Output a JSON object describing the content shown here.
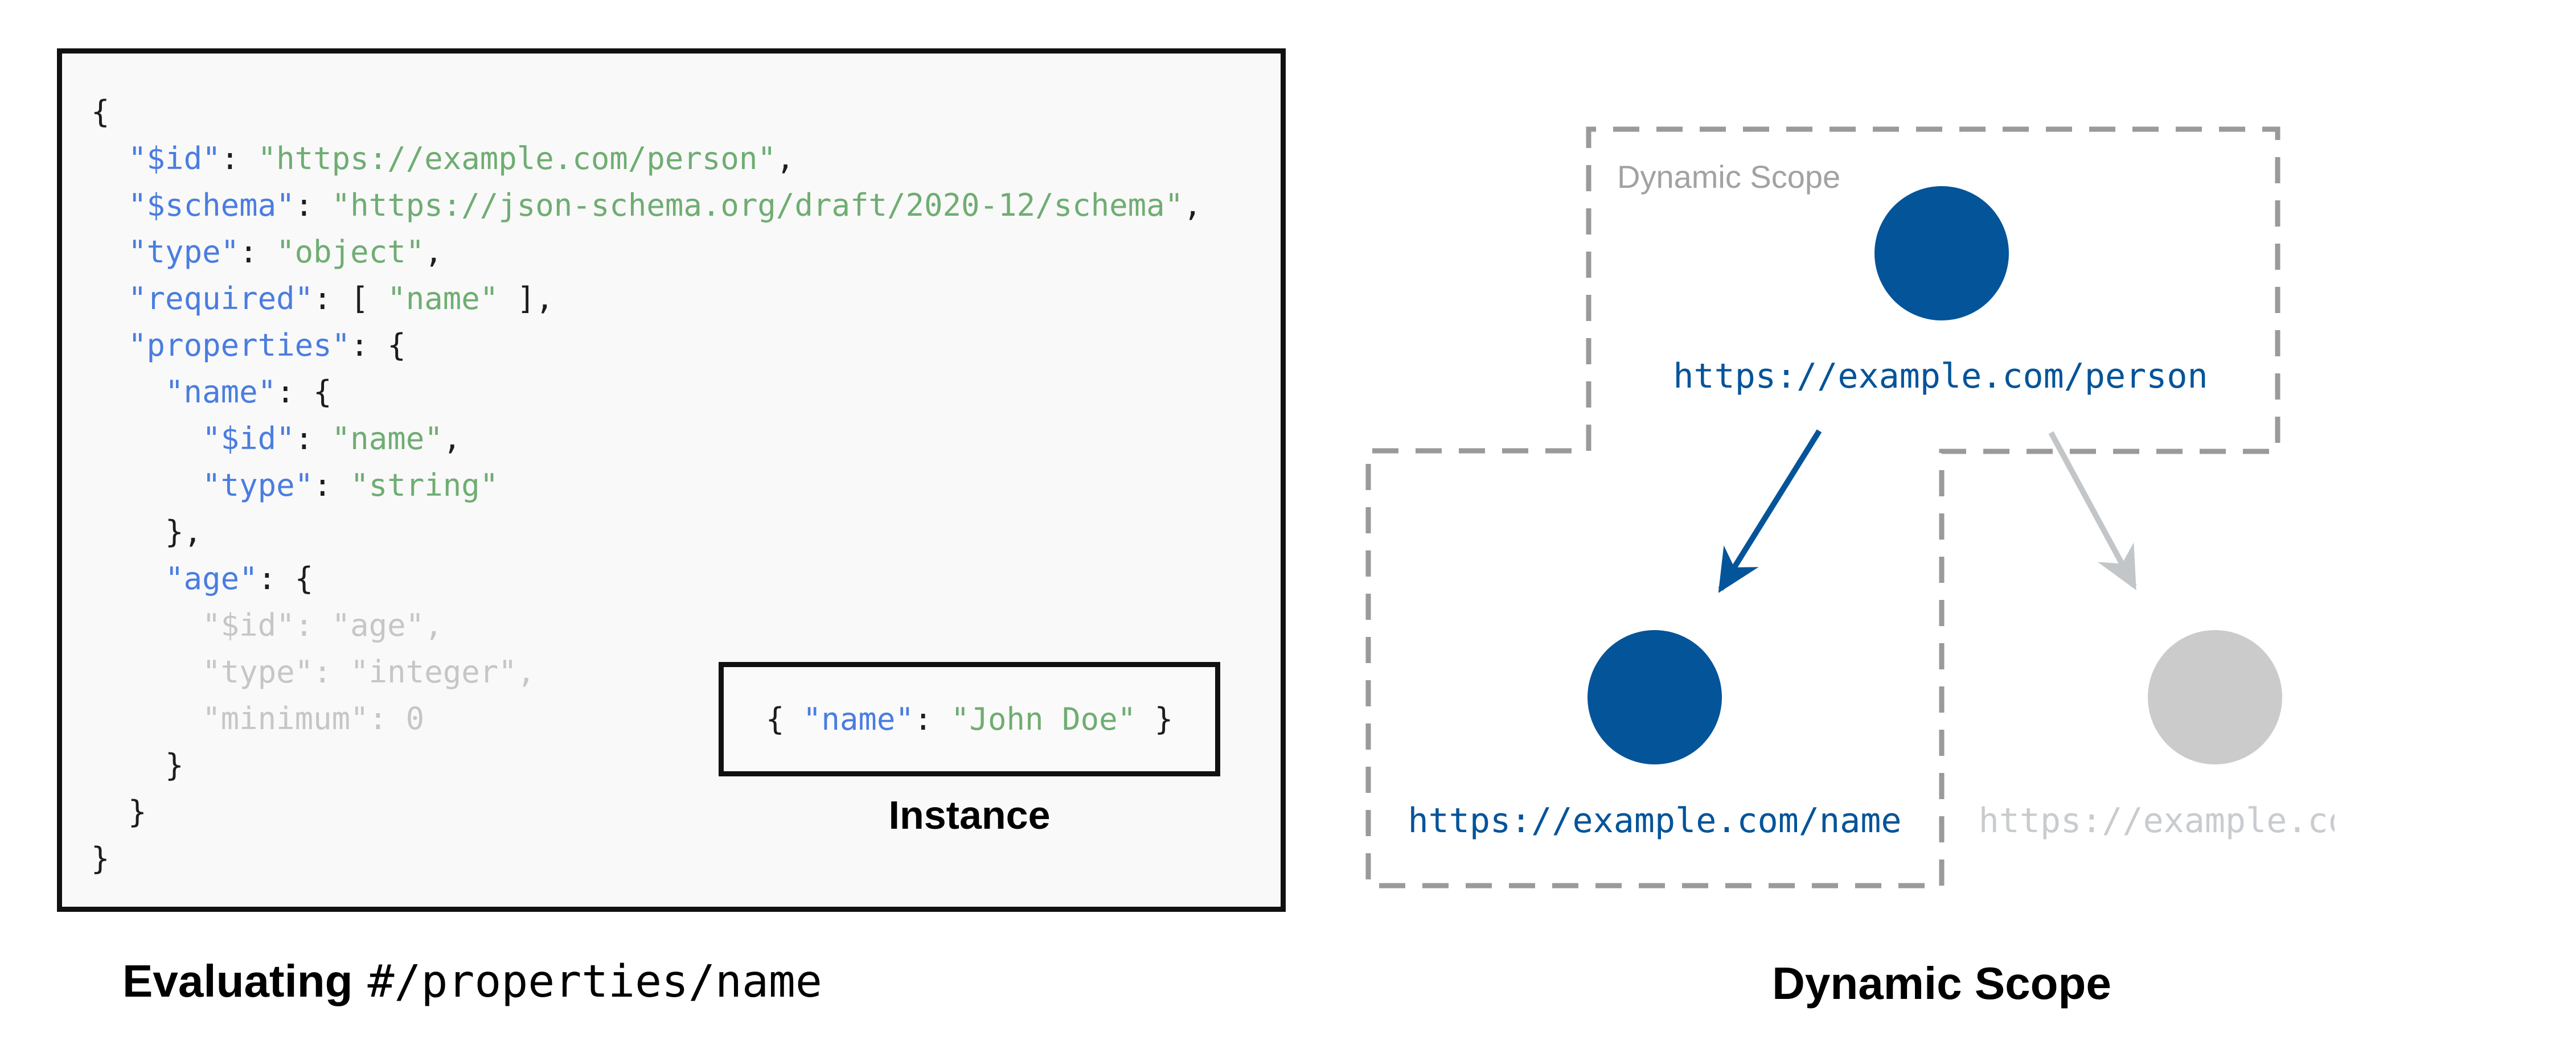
{
  "colors": {
    "panel-bg": "#f9f9f9",
    "panel-border": "#111111",
    "code-text": "#1d1d1d",
    "key-blue": "#4a7de0",
    "value-green": "#6fad72",
    "muted-gray": "#c6c6c6",
    "node-blue": "#045499",
    "node-gray": "#cbcbcb",
    "edge-gray": "#c3c6c9",
    "scope-border": "#9a9a9a",
    "scope-label-gray": "#a2a2a2",
    "age-url-gray": "#c9cccf"
  },
  "left_panel": {
    "code_lines": [
      [
        {
          "t": "{",
          "c": "plain"
        }
      ],
      [
        {
          "t": "  ",
          "c": "plain"
        },
        {
          "t": "\"$id\"",
          "c": "key"
        },
        {
          "t": ": ",
          "c": "plain"
        },
        {
          "t": "\"https://example.com/person\"",
          "c": "string"
        },
        {
          "t": ",",
          "c": "plain"
        }
      ],
      [
        {
          "t": "  ",
          "c": "plain"
        },
        {
          "t": "\"$schema\"",
          "c": "key"
        },
        {
          "t": ": ",
          "c": "plain"
        },
        {
          "t": "\"https://json-schema.org/draft/2020-12/schema\"",
          "c": "string"
        },
        {
          "t": ",",
          "c": "plain"
        }
      ],
      [
        {
          "t": "  ",
          "c": "plain"
        },
        {
          "t": "\"type\"",
          "c": "key"
        },
        {
          "t": ": ",
          "c": "plain"
        },
        {
          "t": "\"object\"",
          "c": "string"
        },
        {
          "t": ",",
          "c": "plain"
        }
      ],
      [
        {
          "t": "  ",
          "c": "plain"
        },
        {
          "t": "\"required\"",
          "c": "key"
        },
        {
          "t": ": [ ",
          "c": "plain"
        },
        {
          "t": "\"name\"",
          "c": "string"
        },
        {
          "t": " ],",
          "c": "plain"
        }
      ],
      [
        {
          "t": "  ",
          "c": "plain"
        },
        {
          "t": "\"properties\"",
          "c": "key"
        },
        {
          "t": ": {",
          "c": "plain"
        }
      ],
      [
        {
          "t": "    ",
          "c": "plain"
        },
        {
          "t": "\"name\"",
          "c": "key"
        },
        {
          "t": ": {",
          "c": "plain"
        }
      ],
      [
        {
          "t": "      ",
          "c": "plain"
        },
        {
          "t": "\"$id\"",
          "c": "key"
        },
        {
          "t": ": ",
          "c": "plain"
        },
        {
          "t": "\"name\"",
          "c": "string"
        },
        {
          "t": ",",
          "c": "plain"
        }
      ],
      [
        {
          "t": "      ",
          "c": "plain"
        },
        {
          "t": "\"type\"",
          "c": "key"
        },
        {
          "t": ": ",
          "c": "plain"
        },
        {
          "t": "\"string\"",
          "c": "string"
        }
      ],
      [
        {
          "t": "    },",
          "c": "plain"
        }
      ],
      [
        {
          "t": "    ",
          "c": "plain"
        },
        {
          "t": "\"age\"",
          "c": "key"
        },
        {
          "t": ": {",
          "c": "plain"
        }
      ],
      [
        {
          "t": "      \"$id\": \"age\",",
          "c": "muted"
        }
      ],
      [
        {
          "t": "      \"type\": \"integer\",",
          "c": "muted"
        }
      ],
      [
        {
          "t": "      \"minimum\": 0",
          "c": "muted"
        }
      ],
      [
        {
          "t": "    }",
          "c": "plain"
        }
      ],
      [
        {
          "t": "  }",
          "c": "plain"
        }
      ],
      [
        {
          "t": "}",
          "c": "plain"
        }
      ]
    ],
    "instance": {
      "label": "Instance",
      "tokens": [
        {
          "t": "{ ",
          "c": "plain"
        },
        {
          "t": "\"name\"",
          "c": "key"
        },
        {
          "t": ": ",
          "c": "plain"
        },
        {
          "t": "\"John Doe\"",
          "c": "string"
        },
        {
          "t": " }",
          "c": "plain"
        }
      ]
    },
    "caption": {
      "bold": "Evaluating",
      "mono": "#/properties/name"
    }
  },
  "diagram": {
    "scope_label": "Dynamic Scope",
    "caption": "Dynamic Scope",
    "nodes": {
      "person": {
        "url": "https://example.com/person",
        "state": "in-scope"
      },
      "name": {
        "url": "https://example.com/name",
        "state": "in-scope"
      },
      "age": {
        "url": "https://example.com/age",
        "state": "out-of-scope"
      }
    }
  }
}
